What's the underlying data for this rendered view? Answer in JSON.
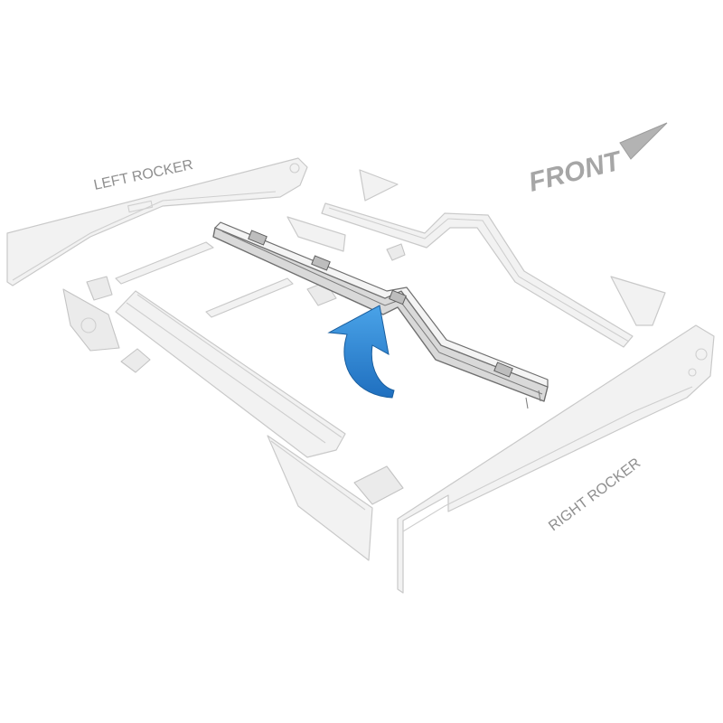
{
  "labels": {
    "left_rocker": "LEFT ROCKER",
    "right_rocker": "RIGHT ROCKER",
    "front": "FRONT"
  },
  "colors": {
    "arrow_top": "#4aa3e8",
    "arrow_bottom": "#1f6fbf",
    "label_text": "#8f8f8f",
    "front_text": "#a6a6a6",
    "highlighted_part": "#d9d9d9",
    "ghost_part": "#f2f2f2"
  },
  "icons": {
    "front_direction": "front-direction-arrow-icon",
    "install_arrow": "curved-install-arrow-icon"
  }
}
